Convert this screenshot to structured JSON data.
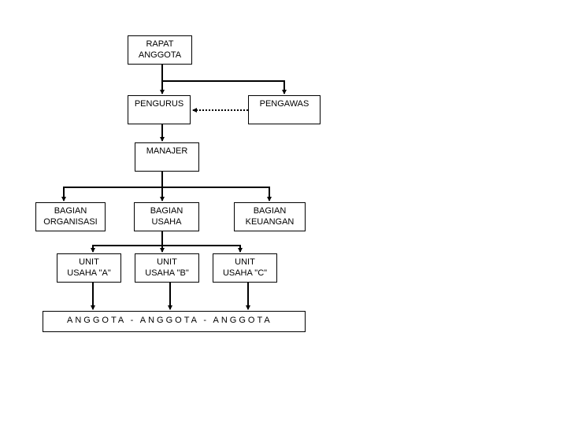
{
  "diagram": {
    "nodes": {
      "rapat_anggota": {
        "line1": "RAPAT",
        "line2": "ANGGOTA"
      },
      "pengurus": {
        "label": "PENGURUS"
      },
      "pengawas": {
        "label": "PENGAWAS"
      },
      "manajer": {
        "label": "MANAJER"
      },
      "bagian_organisasi": {
        "line1": "BAGIAN",
        "line2": "ORGANISASI"
      },
      "bagian_usaha": {
        "line1": "BAGIAN",
        "line2": "USAHA"
      },
      "bagian_keuangan": {
        "line1": "BAGIAN",
        "line2": "KEUANGAN"
      },
      "unit_usaha_a": {
        "line1": "UNIT",
        "line2": "USAHA \"A\""
      },
      "unit_usaha_b": {
        "line1": "UNIT",
        "line2": "USAHA \"B\""
      },
      "unit_usaha_c": {
        "line1": "UNIT",
        "line2": "USAHA \"C\""
      },
      "anggota": {
        "label": "ANGGOTA - ANGGOTA - ANGGOTA"
      }
    },
    "edges": [
      {
        "from": "rapat_anggota",
        "to": "pengurus",
        "style": "solid"
      },
      {
        "from": "rapat_anggota",
        "to": "pengawas",
        "style": "solid"
      },
      {
        "from": "pengawas",
        "to": "pengurus",
        "style": "dotted"
      },
      {
        "from": "pengurus",
        "to": "manajer",
        "style": "solid"
      },
      {
        "from": "manajer",
        "to": "bagian_organisasi",
        "style": "solid"
      },
      {
        "from": "manajer",
        "to": "bagian_usaha",
        "style": "solid"
      },
      {
        "from": "manajer",
        "to": "bagian_keuangan",
        "style": "solid"
      },
      {
        "from": "bagian_usaha",
        "to": "unit_usaha_a",
        "style": "solid"
      },
      {
        "from": "bagian_usaha",
        "to": "unit_usaha_b",
        "style": "solid"
      },
      {
        "from": "bagian_usaha",
        "to": "unit_usaha_c",
        "style": "solid"
      },
      {
        "from": "unit_usaha_a",
        "to": "anggota",
        "style": "solid"
      },
      {
        "from": "unit_usaha_b",
        "to": "anggota",
        "style": "solid"
      },
      {
        "from": "unit_usaha_c",
        "to": "anggota",
        "style": "solid"
      }
    ],
    "colors": {
      "line": "#000000",
      "box_border": "#000000",
      "background": "#ffffff"
    }
  }
}
